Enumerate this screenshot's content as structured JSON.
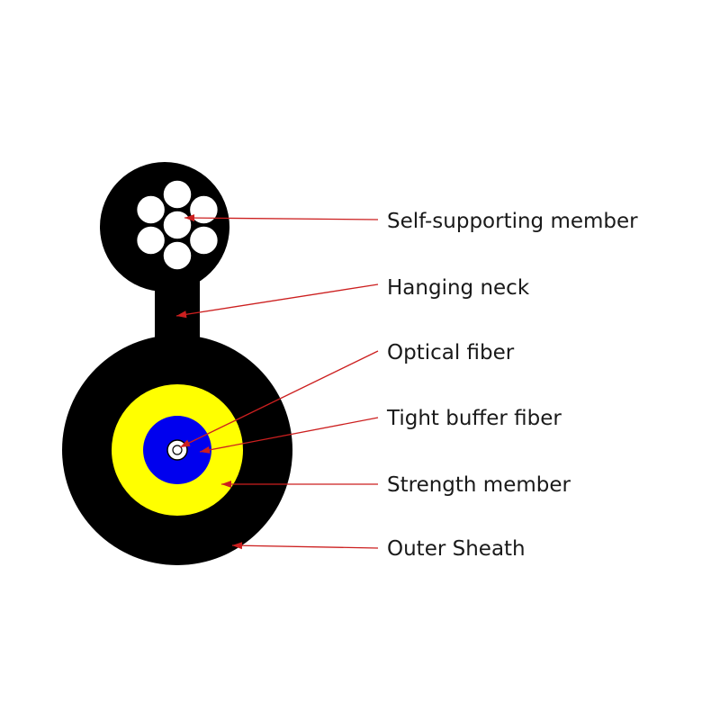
{
  "colors": {
    "sheath": "#000000",
    "strength_member": "#ffff00",
    "tight_buffer": "#0000ee",
    "optical_fiber": "#ffffff",
    "steel_wires": "#ffffff",
    "leader_line": "#cc1f1f",
    "label_text": "#1a1a1a",
    "background": "#ffffff"
  },
  "labels": [
    {
      "id": "self-supporting-member",
      "text": "Self-supporting member"
    },
    {
      "id": "hanging-neck",
      "text": "Hanging neck"
    },
    {
      "id": "optical-fiber",
      "text": "Optical fiber"
    },
    {
      "id": "tight-buffer-fiber",
      "text": "Tight buffer fiber"
    },
    {
      "id": "strength-member",
      "text": "Strength member"
    },
    {
      "id": "outer-sheath",
      "text": "Outer Sheath"
    }
  ]
}
